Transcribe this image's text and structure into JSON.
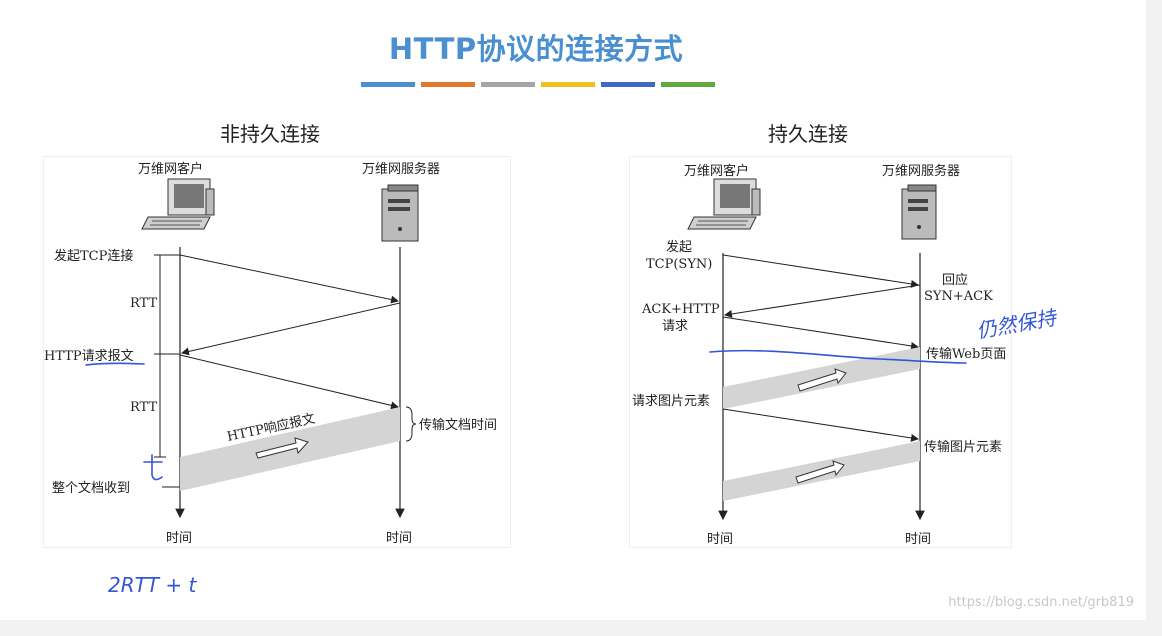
{
  "title": "HTTP协议的连接方式",
  "title_bar_colors": [
    "#4a8fd0",
    "#e07a30",
    "#a5a5a5",
    "#f0bf20",
    "#3f68c0",
    "#60a840"
  ],
  "left": {
    "heading": "非持久连接",
    "client_label": "万维网客户",
    "server_label": "万维网服务器",
    "time_label_client": "时间",
    "time_label_server": "时间",
    "steps": [
      "发起TCP连接",
      "RTT",
      "HTTP请求报文",
      "RTT",
      "整个文档收到"
    ],
    "response_label": "HTTP响应报文",
    "transfer_label": "传输文档时间"
  },
  "right": {
    "heading": "持久连接",
    "client_label": "万维网客户",
    "server_label": "万维网服务器",
    "time_label_client": "时间",
    "time_label_server": "时间",
    "syn_line1": "发起",
    "syn_line2": "TCP(SYN)",
    "synack_line1": "回应",
    "synack_line2": "SYN+ACK",
    "ack_line1": "ACK+HTTP",
    "ack_line2": "请求",
    "web_page_label": "传输Web页面",
    "image_request_label": "请求图片元素",
    "image_transfer_label": "传输图片元素"
  },
  "annotations": {
    "t_mark": "t",
    "formula": "2RTT + t",
    "persist_note": "仍然保持"
  },
  "watermark": "https://blog.csdn.net/grb819"
}
